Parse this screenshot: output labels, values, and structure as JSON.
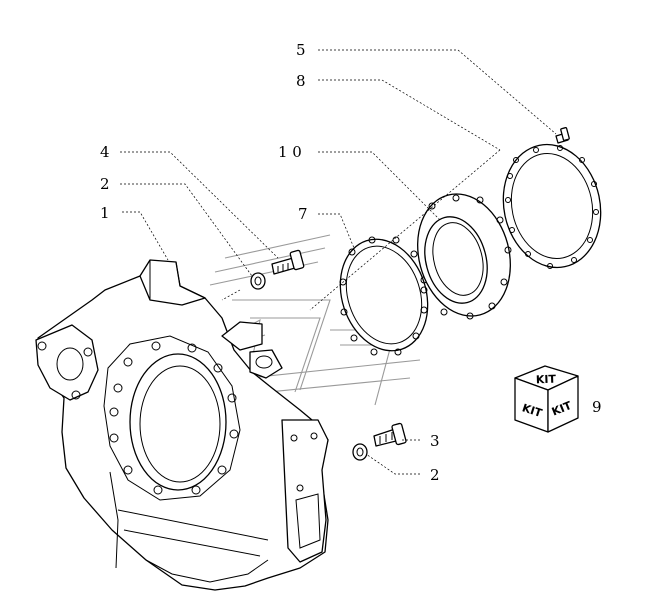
{
  "diagram": {
    "callouts": {
      "c5": "5",
      "c8": "8",
      "c10": "1 0",
      "c4": "4",
      "c2_top": "2",
      "c7": "7",
      "c1": "1",
      "c3": "3",
      "c2_bottom": "2",
      "c9": "9"
    },
    "kit_box": {
      "top": "KIT",
      "left": "KIT",
      "right": "KIT"
    },
    "colors": {
      "line": "#000000",
      "watermark": "#9a9a9a",
      "background": "#ffffff"
    }
  }
}
